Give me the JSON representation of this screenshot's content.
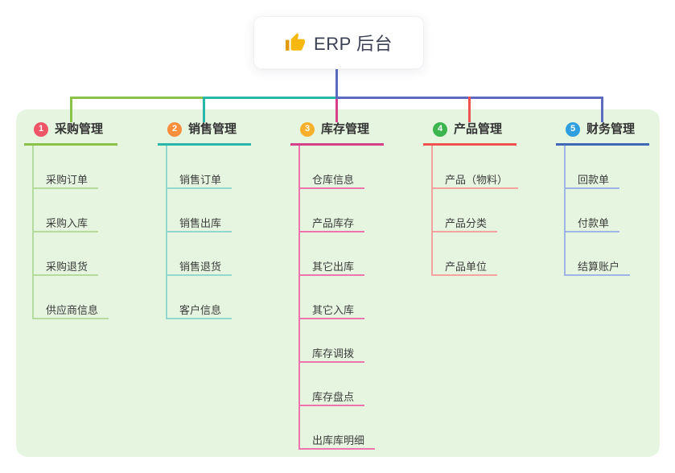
{
  "canvas": {
    "background": "#ffffff",
    "panel_background": "#e6f5e0",
    "connector_color": "#5c6bc0"
  },
  "root": {
    "label": "ERP 后台",
    "icon": "thumbs-up-icon",
    "icon_color": "#f6b80e"
  },
  "branches": [
    {
      "index": "1",
      "label": "采购管理",
      "color": "#8bc34a",
      "light_color": "#b5dc9c",
      "badge_color": "#ef5467",
      "children": [
        "采购订单",
        "采购入库",
        "采购退货",
        "供应商信息"
      ]
    },
    {
      "index": "2",
      "label": "销售管理",
      "color": "#2ab7a9",
      "light_color": "#93d8cc",
      "badge_color": "#f98e3d",
      "children": [
        "销售订单",
        "销售出库",
        "销售退货",
        "客户信息"
      ]
    },
    {
      "index": "3",
      "label": "库存管理",
      "color": "#d6408b",
      "light_color": "#ee74ae",
      "badge_color": "#f8b02c",
      "children": [
        "仓库信息",
        "产品库存",
        "其它出库",
        "其它入库",
        "库存调拨",
        "库存盘点",
        "出库库明细"
      ]
    },
    {
      "index": "4",
      "label": "产品管理",
      "color": "#ef5350",
      "light_color": "#f5a3a0",
      "badge_color": "#3cb54e",
      "children": [
        "产品（物料）",
        "产品分类",
        "产品单位"
      ]
    },
    {
      "index": "5",
      "label": "财务管理",
      "color": "#3f68b8",
      "light_color": "#9fb6e4",
      "badge_color": "#2f9fe0",
      "children": [
        "回款单",
        "付款单",
        "结算账户"
      ]
    }
  ]
}
